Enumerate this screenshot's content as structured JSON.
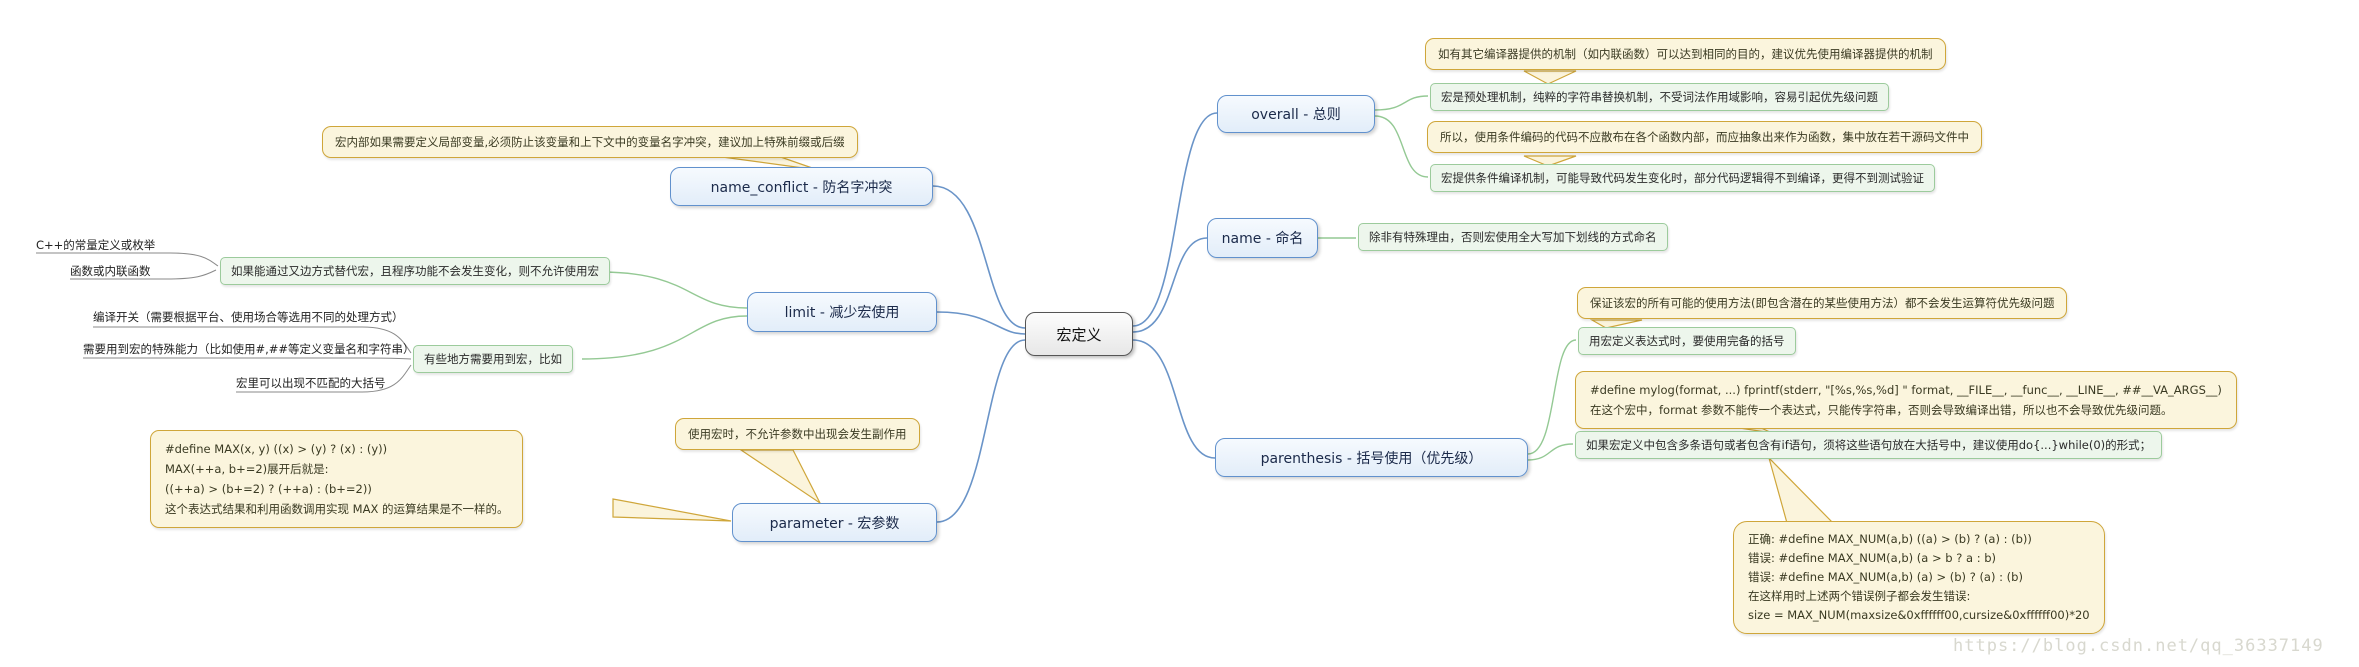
{
  "center": {
    "label": "宏定义"
  },
  "left": {
    "name_conflict": {
      "node": "name_conflict - 防名字冲突",
      "note": "宏内部如果需要定义局部变量,必须防止该变量和上下文中的变量名字冲突，建议加上特殊前缀或后缀"
    },
    "limit": {
      "node": "limit - 减少宏使用",
      "replace_rule": "如果能通过又边方式替代宏，且程序功能不会发生变化，则不允许使用宏",
      "replace_items": [
        "C++的常量定义或枚举",
        "函数或内联函数"
      ],
      "need_rule": "有些地方需要用到宏，比如",
      "need_items": [
        "编译开关（需要根据平台、使用场合等选用不同的处理方式）",
        "需要用到宏的特殊能力（比如使用#,##等定义变量名和字符串）",
        "宏里可以出现不匹配的大括号"
      ]
    },
    "parameter": {
      "node": "parameter - 宏参数",
      "example_lines": [
        "#define MAX(x, y) ((x) > (y) ? (x) : (y))",
        "MAX(++a, b+=2)展开后就是:",
        "((++a) > (b+=2) ? (++a) : (b+=2))",
        "这个表达式结果和利用函数调用实现 MAX 的运算结果是不一样的。"
      ],
      "note": "使用宏时，不允许参数中出现会发生副作用"
    }
  },
  "right": {
    "overall": {
      "node": "overall - 总则",
      "note1": "如有其它编译器提供的机制（如内联函数）可以达到相同的目的，建议优先使用编译器提供的机制",
      "point1": "宏是预处理机制，纯粹的字符串替换机制，不受词法作用域影响，容易引起优先级问题",
      "note2": "所以，使用条件编码的代码不应散布在各个函数内部，而应抽象出来作为函数，集中放在若干源码文件中",
      "point2": "宏提供条件编译机制，可能导致代码发生变化时，部分代码逻辑得不到编译，更得不到测试验证"
    },
    "name": {
      "node": "name - 命名",
      "point1": "除非有特殊理由，否则宏使用全大写加下划线的方式命名"
    },
    "parenthesis": {
      "node": "parenthesis - 括号使用（优先级）",
      "note1": "保证该宏的所有可能的使用方法(即包含潜在的某些使用方法）都不会发生运算符优先级问题",
      "point1": "用宏定义表达式时，要使用完备的括号",
      "note2_lines": [
        "#define mylog(format, ...) fprintf(stderr, \"[%s,%s,%d] \" format, __FILE__, __func__, __LINE__, ##__VA_ARGS__)",
        "在这个宏中，format 参数不能传一个表达式，只能传字符串，否则会导致编译出错，所以也不会导致优先级问题。"
      ],
      "point2": "如果宏定义中包含多条语句或者包含有if语句，须将这些语句放在大括号中，建议使用do{...}while(0)的形式；",
      "note3_lines": [
        "正确: #define MAX_NUM(a,b) ((a) > (b) ? (a) : (b))",
        "错误: #define MAX_NUM(a,b) (a > b ? a : b)",
        "错误: #define MAX_NUM(a,b) (a) > (b) ? (a) : (b)",
        "在这样用时上述两个错误例子都会发生错误:",
        "size = MAX_NUM(maxsize&0xffffff00,cursize&0xffffff00)*20"
      ]
    }
  },
  "watermark": "https://blog.csdn.net/qq_36337149"
}
